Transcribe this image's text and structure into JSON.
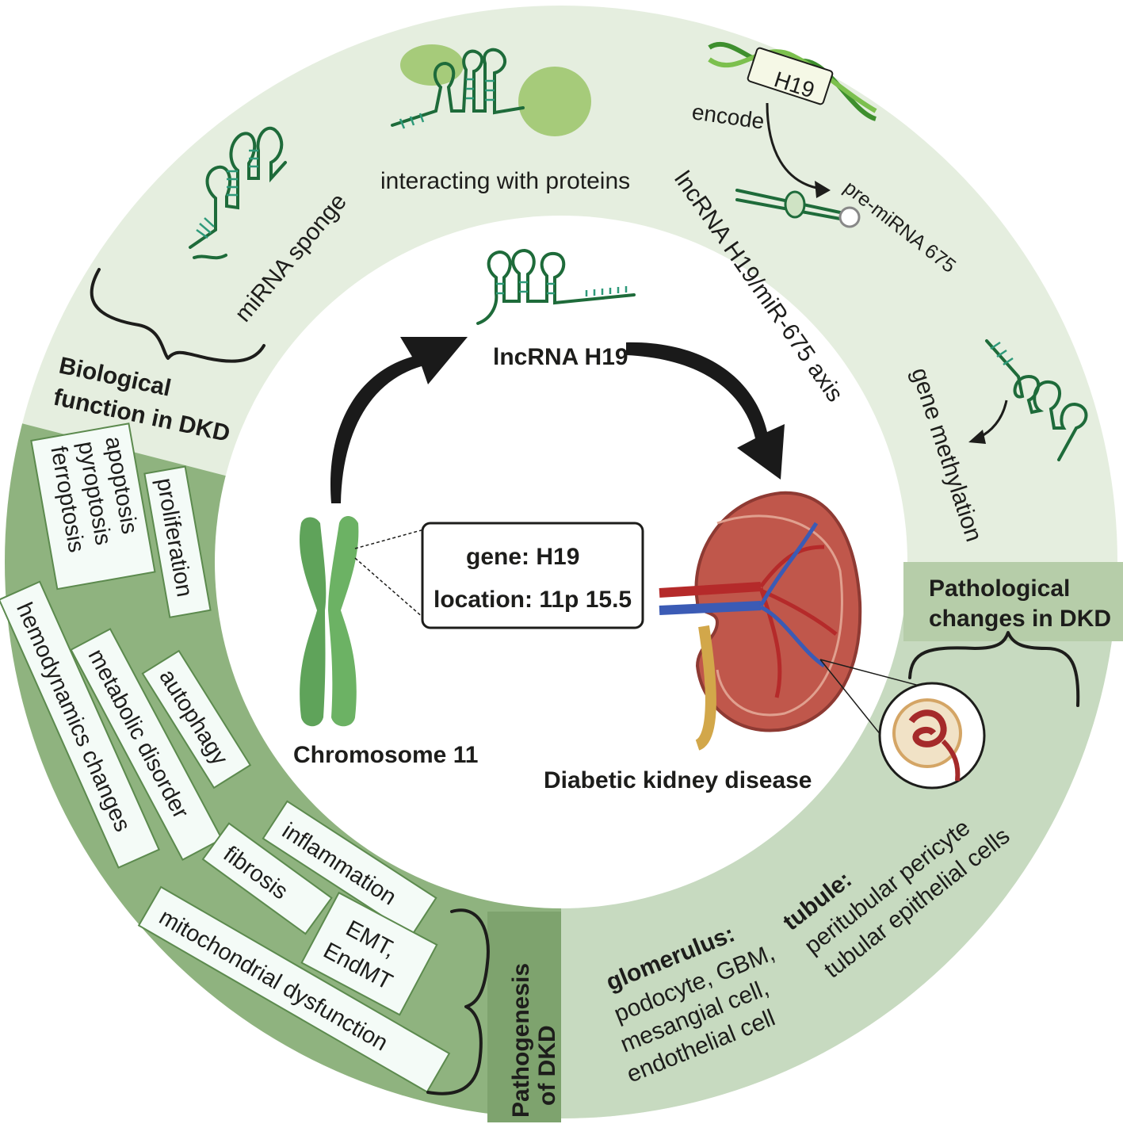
{
  "sections": {
    "biological_function": {
      "title_line1": "Biological",
      "title_line2": "function in DKD",
      "items": {
        "mirna_sponge": "miRNA sponge",
        "interacting_proteins": "interacting with proteins",
        "axis": "lncRNA H19/miR-675 axis",
        "gene_methylation": "gene methylation",
        "encode": "encode",
        "pre_mirna": "pre-miRNA 675",
        "dna_label": "H19"
      }
    },
    "pathogenesis": {
      "title_line1": "Pathogenesis",
      "title_line2": "of DKD",
      "items": {
        "cell_death_1": "apoptosis",
        "cell_death_2": "pyroptosis",
        "cell_death_3": "ferroptosis",
        "proliferation": "proliferation",
        "hemodynamics": "hemodynamics changes",
        "metabolic": "metabolic disorder",
        "autophagy": "autophagy",
        "inflammation": "inflammation",
        "fibrosis": "fibrosis",
        "emt_1": "EMT,",
        "emt_2": "EndMT",
        "mitochondrial": "mitochondrial dysfunction"
      }
    },
    "pathological_changes": {
      "title_line1": "Pathological",
      "title_line2": "changes in DKD",
      "glomerulus_label": "glomerulus:",
      "glomerulus_line1": "podocyte, GBM,",
      "glomerulus_line2": "mesangial cell,",
      "glomerulus_line3": "endothelial cell",
      "tubule_label": "tubule:",
      "tubule_line1": "peritubular pericyte",
      "tubule_line2": "tubular epithelial cells"
    }
  },
  "center": {
    "lncrna_label": "lncRNA H19",
    "chromosome_label": "Chromosome 11",
    "kidney_label": "Diabetic kidney disease",
    "gene_info_line1": "gene: H19",
    "gene_info_line2": "location: 11p 15.5"
  },
  "colors": {
    "biological_bg": "#e5eedf",
    "pathogenesis_bg": "#8fb37f",
    "pathological_bg": "#c7dac0",
    "title_band_dark": "#7ea36e",
    "title_band_light": "#b6cda9",
    "chromosome": "#5fa35a",
    "kidney": "#c0574b",
    "vessel_red": "#b52a2a",
    "vessel_blue": "#3b5bb5"
  }
}
